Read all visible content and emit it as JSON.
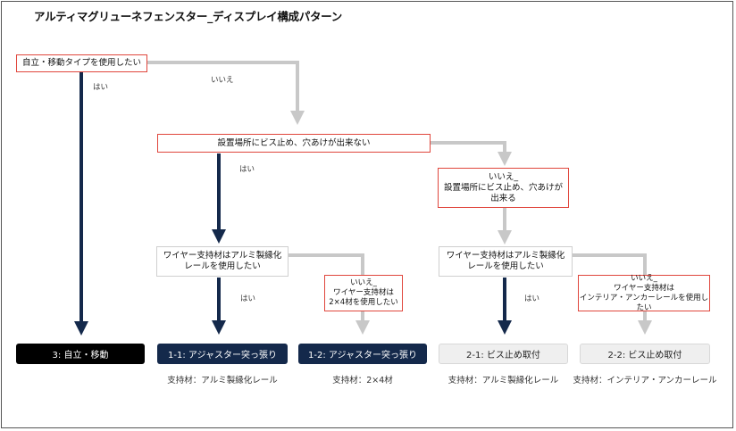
{
  "title": "アルティマグリューネフェンスター_ディスプレイ構成パターン",
  "questions": {
    "q1": "自立・移動タイプを使用したい",
    "q2": "設置場所にビス止め、穴あけが出来ない",
    "q3": "ワイヤー支持材はアルミ製縁化\nレールを使用したい",
    "q4": "いいえ_\n設置場所にビス止め、穴あけが\n出来る",
    "q5": "いいえ_\nワイヤー支持材は\n2×4材を使用したい",
    "q6": "ワイヤー支持材はアルミ製縁化\nレールを使用したい",
    "q7": "いいえ_\nワイヤー支持材は\nインテリア・アンカーレールを使用したい"
  },
  "answers": {
    "yes1": "はい",
    "no1": "いいえ",
    "yes2": "はい",
    "yes3": "はい",
    "yes4": "はい"
  },
  "results": [
    {
      "label": "3: 自立・移動",
      "caption": ""
    },
    {
      "label": "1-1: アジャスター突っ張り",
      "caption": "支持材：アルミ製縁化レール"
    },
    {
      "label": "1-2: アジャスター突っ張り",
      "caption": "支持材：2×4材"
    },
    {
      "label": "2-1: ビス止め取付",
      "caption": "支持材：アルミ製縁化レール"
    },
    {
      "label": "2-2: ビス止め取付",
      "caption": "支持材：インテリア・アンカーレール"
    }
  ],
  "colors": {
    "navy": "#14294b",
    "red": "#e0463c",
    "gray_arrow": "#c8c8c8"
  }
}
